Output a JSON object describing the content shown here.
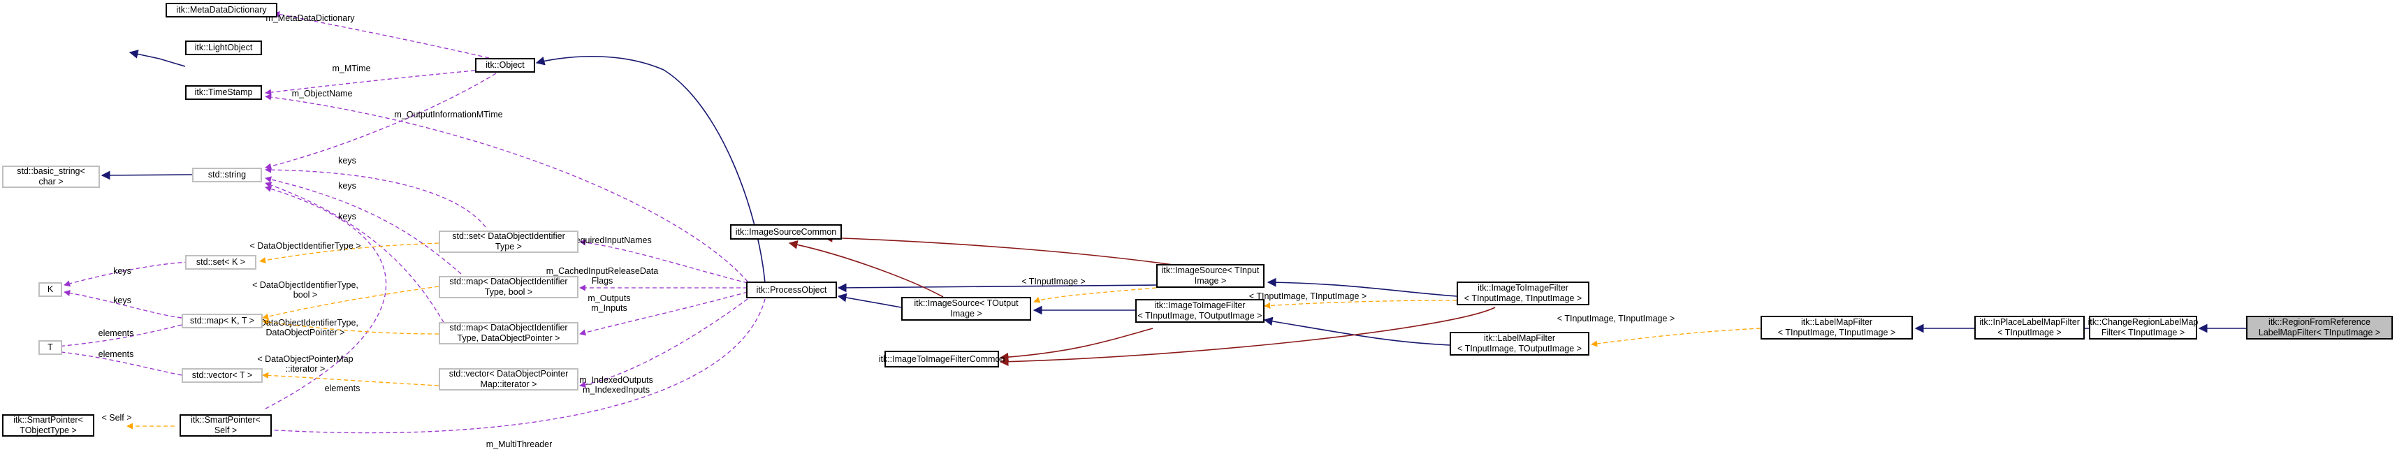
{
  "colors": {
    "inheritance": "#191970",
    "protected_inheritance": "#8b1a1a",
    "usage": "#9a32cd",
    "template": "#ffa500",
    "highlight_fill": "#bfbfbf",
    "gray_border": "#bfbfbf"
  },
  "nodes": [
    {
      "id": "metadata",
      "lines": [
        "itk::MetaDataDictionary"
      ]
    },
    {
      "id": "lightobject",
      "lines": [
        "itk::LightObject"
      ]
    },
    {
      "id": "timestamp",
      "lines": [
        "itk::TimeStamp"
      ]
    },
    {
      "id": "object",
      "lines": [
        "itk::Object"
      ]
    },
    {
      "id": "basic_string",
      "lines": [
        "std::basic_string<",
        "char >"
      ]
    },
    {
      "id": "string",
      "lines": [
        "std::string"
      ]
    },
    {
      "id": "set_k",
      "lines": [
        "std::set< K >"
      ]
    },
    {
      "id": "k",
      "lines": [
        "K"
      ]
    },
    {
      "id": "t",
      "lines": [
        "T"
      ]
    },
    {
      "id": "map_kt",
      "lines": [
        "std::map< K, T >"
      ]
    },
    {
      "id": "vector_t",
      "lines": [
        "std::vector< T >"
      ]
    },
    {
      "id": "sp_tobject",
      "lines": [
        "itk::SmartPointer<",
        "TObjectType >"
      ]
    },
    {
      "id": "sp_self",
      "lines": [
        "itk::SmartPointer<",
        "Self >"
      ]
    },
    {
      "id": "set_doi",
      "lines": [
        "std::set< DataObjectIdentifier",
        "Type >"
      ]
    },
    {
      "id": "map_doi_bool",
      "lines": [
        "std::map< DataObjectIdentifier",
        "Type, bool >"
      ]
    },
    {
      "id": "map_doi_dop",
      "lines": [
        "std::map< DataObjectIdentifier",
        "Type, DataObjectPointer >"
      ]
    },
    {
      "id": "vector_dopm",
      "lines": [
        "std::vector< DataObjectPointer",
        "Map::iterator >"
      ]
    },
    {
      "id": "processobject",
      "lines": [
        "itk::ProcessObject"
      ]
    },
    {
      "id": "imagesourcecommon",
      "lines": [
        "itk::ImageSourceCommon"
      ]
    },
    {
      "id": "imagesource_out",
      "lines": [
        "itk::ImageSource< TOutput",
        "Image >"
      ]
    },
    {
      "id": "imagefiltercommon",
      "lines": [
        "itk::ImageToImageFilterCommon"
      ]
    },
    {
      "id": "imagesource_in",
      "lines": [
        "itk::ImageSource< TInput",
        "Image >"
      ]
    },
    {
      "id": "i2i_in_out",
      "lines": [
        "itk::ImageToImageFilter",
        "< TInputImage, TOutputImage >"
      ]
    },
    {
      "id": "i2i_in_in",
      "lines": [
        "itk::ImageToImageFilter",
        "< TInputImage, TInputImage >"
      ]
    },
    {
      "id": "labelmap_in_out",
      "lines": [
        "itk::LabelMapFilter",
        "< TInputImage, TOutputImage >"
      ]
    },
    {
      "id": "labelmap_in_in",
      "lines": [
        "itk::LabelMapFilter",
        "< TInputImage, TInputImage >"
      ]
    },
    {
      "id": "inplace",
      "lines": [
        "itk::InPlaceLabelMapFilter",
        "< TInputImage >"
      ]
    },
    {
      "id": "changeregion",
      "lines": [
        "itk::ChangeRegionLabelMap",
        "Filter< TInputImage >"
      ]
    },
    {
      "id": "regionfromref",
      "lines": [
        "itk::RegionFromReference",
        "LabelMapFilter< TInputImage >"
      ]
    }
  ],
  "edge_labels": {
    "m_metadatadictionary": [
      "m_MetaDataDictionary"
    ],
    "m_mtime": [
      "m_MTime"
    ],
    "m_objectname": [
      "m_ObjectName"
    ],
    "m_outputinformationmtime": [
      "m_OutputInformationMTime"
    ],
    "keys_a": [
      "keys"
    ],
    "keys_b": [
      "keys"
    ],
    "keys_c": [
      "keys"
    ],
    "keys_d": [
      "keys"
    ],
    "keys_e": [
      "keys"
    ],
    "elements_a": [
      "elements"
    ],
    "elements_b": [
      "elements"
    ],
    "elements_c": [
      "elements"
    ],
    "t_doi_type": [
      "< DataObjectIdentifierType >"
    ],
    "t_doi_bool": [
      "< DataObjectIdentifierType,",
      "bool >"
    ],
    "t_doi_dop": [
      "< DataObjectIdentifierType,",
      "DataObjectPointer >"
    ],
    "t_dopm_iter": [
      "< DataObjectPointerMap",
      "::iterator >"
    ],
    "t_self": [
      "< Self >"
    ],
    "m_requiredinputnames": [
      "m_RequiredInputNames"
    ],
    "m_cachedinput": [
      "m_CachedInputReleaseData",
      "Flags"
    ],
    "m_outputs_inputs": [
      "m_Outputs",
      "m_Inputs"
    ],
    "m_indexed": [
      "m_IndexedOutputs",
      "m_IndexedInputs"
    ],
    "m_multithreader": [
      "m_MultiThreader"
    ],
    "t_tinputimage": [
      "< TInputImage >"
    ],
    "t_tin_tin_a": [
      "< TInputImage, TInputImage >"
    ],
    "t_tin_tin_b": [
      "< TInputImage, TInputImage >"
    ]
  }
}
